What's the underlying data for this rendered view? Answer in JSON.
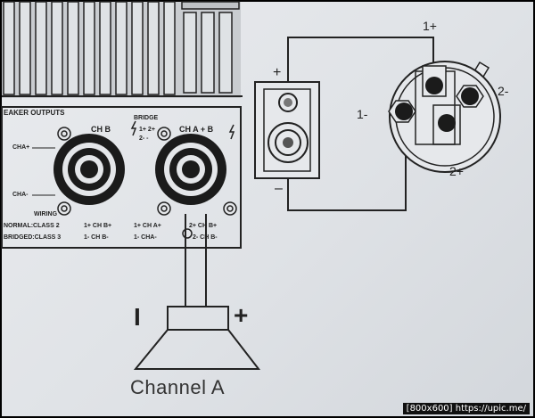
{
  "panel": {
    "title": "EAKER OUTPUTS",
    "ch_b": "CH B",
    "ch_ab": "CH A + B",
    "bridge": "BRIDGE",
    "bridge_plus": "1+ 2+",
    "bridge_minus": "2- -",
    "cha_plus": "CHA+",
    "cha_minus": "CHA-",
    "wiring": "WIRING",
    "normal_label": "NORMAL:CLASS 2",
    "normal_chb": "1+ CH B+",
    "normal_cha": "1+ CH A+",
    "normal_right": "2+ CH B+",
    "bridged_label": "BRIDGED:CLASS 3",
    "bridged_chb": "1- CH B-",
    "bridged_cha": "1- CHA-",
    "bridged_right": "2- CH B-"
  },
  "speaker_box": {
    "plus": "+",
    "minus": "–"
  },
  "connector": {
    "pin_1p": "1+",
    "pin_1m": "1-",
    "pin_2m": "2-",
    "pin_2p": "2+"
  },
  "speaker": {
    "minus": "I",
    "plus": "+",
    "label": "Channel A"
  },
  "watermark": "[800x600] https://upic.me/"
}
